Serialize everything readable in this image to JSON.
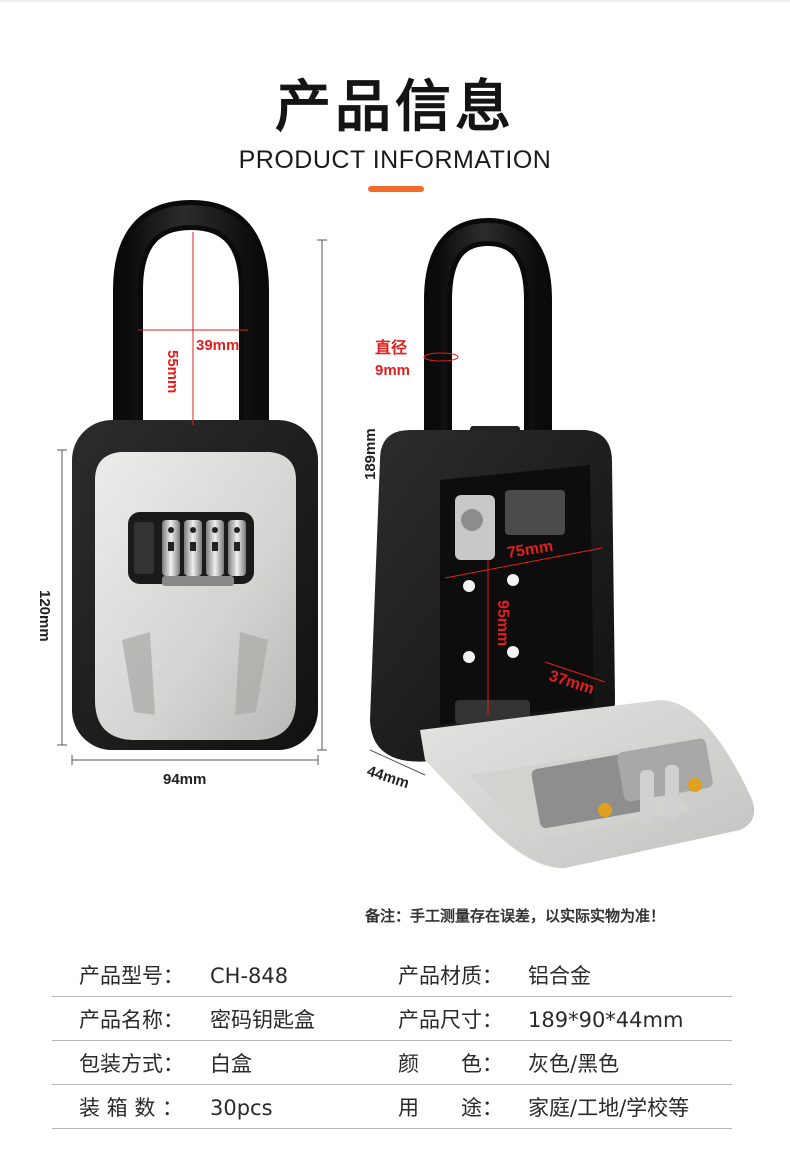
{
  "header": {
    "title_cn": "产品信息",
    "title_en": "PRODUCT INFORMATION",
    "accent_color": "#f26a2c"
  },
  "illustration": {
    "left_view": {
      "dim_height_total": "189mm",
      "dim_body_height": "120mm",
      "dim_width": "94mm",
      "dim_shackle_width": "39mm",
      "dim_shackle_height": "55mm"
    },
    "right_view": {
      "dim_diameter_label": "直径",
      "dim_diameter_value": "9mm",
      "dim_inner_width": "75mm",
      "dim_inner_height": "95mm",
      "dim_inner_depth": "37mm",
      "dim_depth": "44mm"
    },
    "dim_color": "#e0201e"
  },
  "note": "备注：手工测量存在误差，以实际实物为准！",
  "specs": [
    {
      "label_left": "产品型号：",
      "value_left": "CH-848",
      "label_right": "产品材质：",
      "value_right": "铝合金"
    },
    {
      "label_left": "产品名称：",
      "value_left": "密码钥匙盒",
      "label_right": "产品尺寸：",
      "value_right": "189*90*44mm"
    },
    {
      "label_left": "包装方式：",
      "value_left": "白盒",
      "label_right": "颜　　色：",
      "value_right": "灰色/黑色"
    },
    {
      "label_left": "装 箱 数 ：",
      "value_left": "30pcs",
      "label_right": "用　　途：",
      "value_right": "家庭/工地/学校等"
    }
  ]
}
